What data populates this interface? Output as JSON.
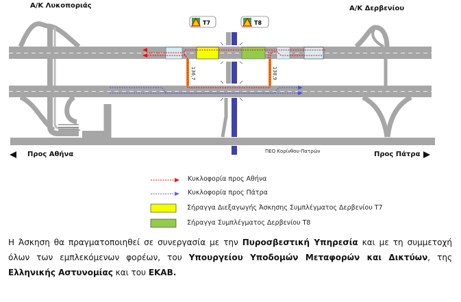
{
  "labels": {
    "interchange_left": "A/K Λυκοποριάς",
    "interchange_right": "A/K Δερβενίου",
    "to_athens": "Προς Αθήνα",
    "to_patra": "Προς Πάτρα",
    "old_road": "ΠΕΟ Κορίνθου-Πατρών",
    "tunnel_t7": "T7",
    "tunnel_t8": "T8",
    "crossover_left_km": "136,7",
    "crossover_right_km": "138,9"
  },
  "legend": [
    {
      "label": "Κυκλοφορία προς Αθήνα",
      "color": "#ff0000"
    },
    {
      "label": "Κυκλοφορία προς Πάτρα",
      "color": "#5050e0"
    },
    {
      "label": "Σήραγγα Διεξαγωγής Άσκησης Συμπλέγματος Δερβενίου Τ7",
      "color": "#f2ff00"
    },
    {
      "label": "Σήραγγα Συμπλέγματος Δερβενίου Τ8",
      "color": "#92cc4a"
    }
  ],
  "paragraph": {
    "p1": "Η Άσκηση θα πραγματοποιηθεί σε συνεργασία με την ",
    "b1": "Πυροσβεστική Υπηρεσία",
    "p2": " και με τη συμμετοχή όλων των εμπλεκόμενων φορέων, του ",
    "b2": "Υπουργείου Υποδομών Μεταφορών και Δικτύων",
    "p3": ", της ",
    "b3": "Ελληνικής Αστυνομίας",
    "p4": " και του ",
    "b4": "ΕΚΑΒ.",
    "p5": ""
  },
  "colors": {
    "road": "#a6a6a6",
    "rail": "#4040b0",
    "orange": "#f08010",
    "light_box": "#d4ecf4"
  }
}
